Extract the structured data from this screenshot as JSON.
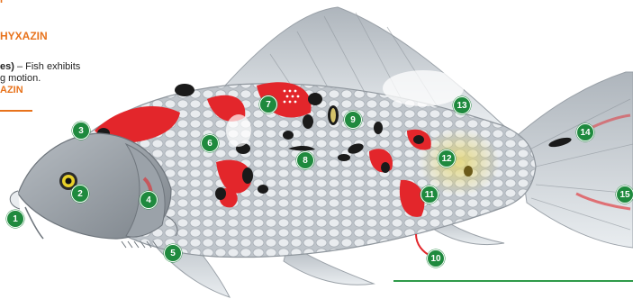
{
  "header": {
    "top_char": "I",
    "heading": "HYXAZIN",
    "body_line_1_bold": "es)",
    "body_line_1_rest": " – Fish exhibits",
    "body_line_2": "g motion.",
    "body_line_3_bold": "AZIN"
  },
  "markers": [
    {
      "label": "1"
    },
    {
      "label": "2"
    },
    {
      "label": "3"
    },
    {
      "label": "4"
    },
    {
      "label": "5"
    },
    {
      "label": "6"
    },
    {
      "label": "7"
    },
    {
      "label": "8"
    },
    {
      "label": "9"
    },
    {
      "label": "10"
    },
    {
      "label": "11"
    },
    {
      "label": "12"
    },
    {
      "label": "13"
    },
    {
      "label": "14"
    },
    {
      "label": "15"
    }
  ],
  "colors": {
    "marker_green": "#1f8a3e",
    "accent_orange": "#e8731c",
    "koi_red": "#e3262b",
    "koi_black": "#1a1a1a",
    "scale_silver": "#c9cfd4"
  }
}
